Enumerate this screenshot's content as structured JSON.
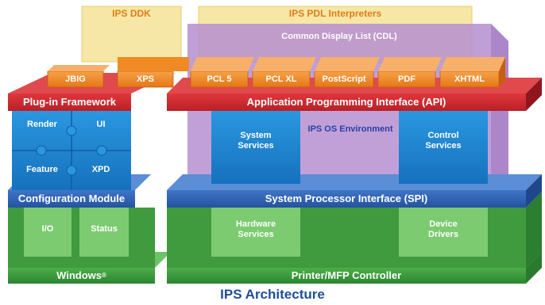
{
  "ips_ddk": "IPS DDK",
  "ips_pdl_interpreters": "IPS PDL Interpreters",
  "common_display_list": "Common Display List (CDL)",
  "plugin_modules": [
    "JBIG",
    "XPS"
  ],
  "pdl_modules": [
    "PCL 5",
    "PCL XL",
    "PostScript",
    "PDF",
    "XHTML"
  ],
  "plugin_framework": "Plug-in Framework",
  "api": "Application Programming Interface (API)",
  "puzzle": {
    "render": "Render",
    "ui": "UI",
    "feature": "Feature",
    "xpd": "XPD"
  },
  "system_services": "System\nServices",
  "ips_os_environment": "IPS OS Environment",
  "control_services": "Control\nServices",
  "configuration_module": "Configuration Module",
  "spi": "System Processor Interface (SPI)",
  "io": "I/O",
  "status": "Status",
  "hardware_services": "Hardware\nServices",
  "device_drivers": "Device\nDrivers",
  "windows": "Windows",
  "registered_mark": "®",
  "printer_controller": "Printer/MFP Controller",
  "caption": "IPS Architecture",
  "colors": {
    "ddk_yellow": "#f7e7a6",
    "orange": "#f08a24",
    "red": "#cc2a31",
    "purple": "#b68fd0",
    "blue": "#1e87d1",
    "dark_blue": "#2c60b3",
    "green": "#3b9a3d",
    "caption_blue": "#1f4e99"
  }
}
